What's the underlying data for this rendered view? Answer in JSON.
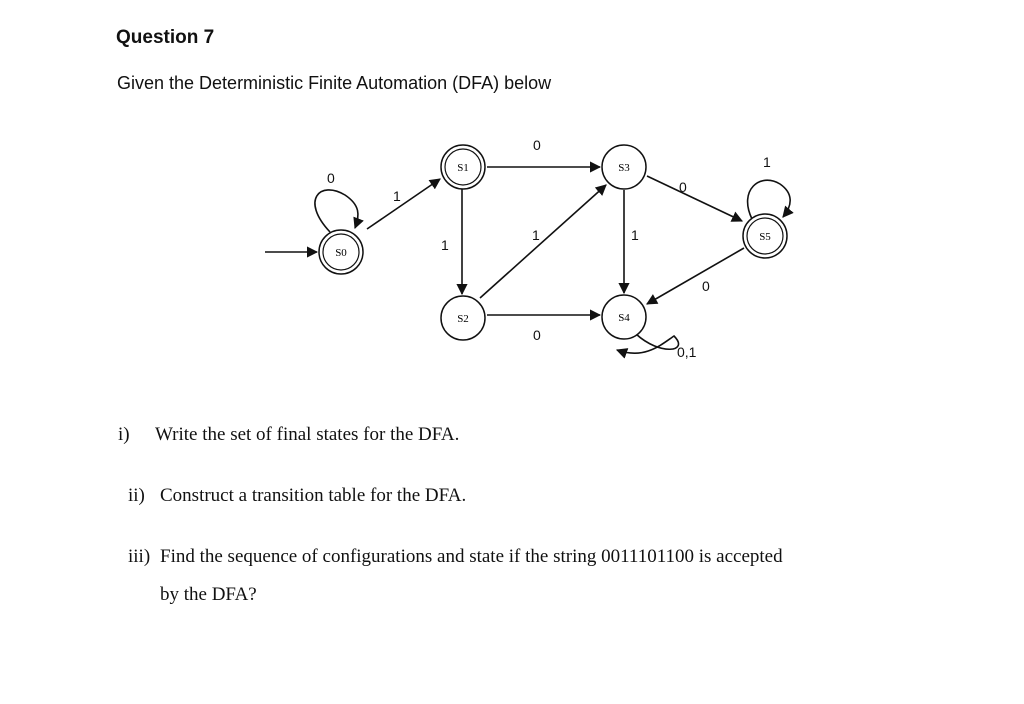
{
  "question": {
    "title": "Question 7",
    "intro": "Given the Deterministic Finite Automation (DFA) below"
  },
  "dfa": {
    "states": {
      "s0": "S0",
      "s1": "S1",
      "s2": "S2",
      "s3": "S3",
      "s4": "S4",
      "s5": "S5"
    },
    "transition_labels": {
      "s0_loop": "0",
      "s0_to_s1": "1",
      "s1_to_s2": "1",
      "s1_to_s3": "0",
      "s2_to_s3": "1",
      "s2_to_s4": "0",
      "s3_to_s4": "1",
      "s3_to_s5": "0",
      "s5_to_s4": "0",
      "s5_loop": "1",
      "s4_loop": "0,1"
    }
  },
  "parts": [
    {
      "number": "i)",
      "text": "Write the set of final states for the DFA."
    },
    {
      "number": "ii)",
      "text": "Construct a transition table for the DFA."
    },
    {
      "number": "iii)",
      "text": "Find the sequence of configurations and state if the string 0011101100 is accepted",
      "continuation": "by the DFA?"
    }
  ]
}
